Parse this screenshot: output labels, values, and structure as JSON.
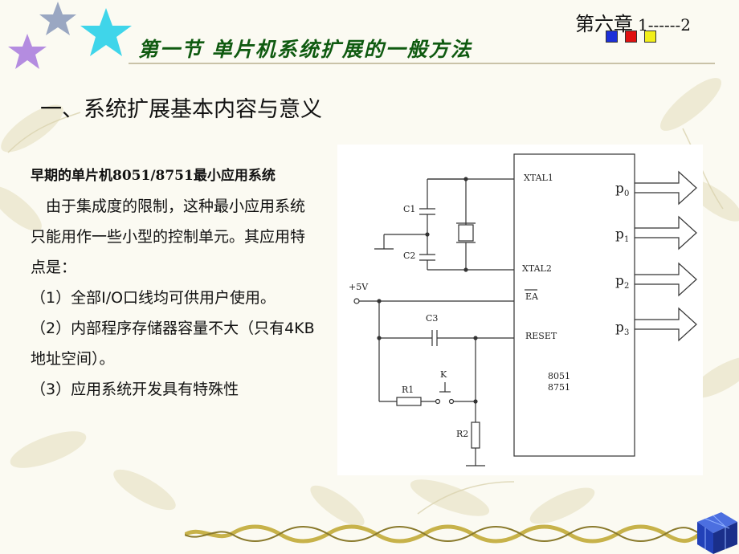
{
  "header": {
    "chapter": "第六章",
    "pages": "1------2",
    "title": "第一节  单片机系统扩展的一般方法",
    "square_colors": [
      "#1c2fd8",
      "#e01010",
      "#f2ef1a"
    ]
  },
  "subtitle": "一、系统扩展基本内容与意义",
  "body": {
    "heading": "早期的单片机8051/8751最小应用系统",
    "intro": "由于集成度的限制，这种最小应用系统只能用作一些小型的控制单元。其应用特点是：",
    "items": [
      "（1）全部I/O口线均可供用户使用。",
      "（2）内部程序存储器容量不大（只有4KB地址空间）。",
      "（3）应用系统开发具有特殊性"
    ]
  },
  "circuit": {
    "xtal1": "XTAL1",
    "xtal2": "XTAL2",
    "ea": "EA",
    "reset": "RESET",
    "chip_line1": "8051",
    "chip_line2": "8751",
    "c1": "C1",
    "c2": "C2",
    "c3": "C3",
    "r1": "R1",
    "r2": "R2",
    "k": "K",
    "vcc": "+5V",
    "ports": [
      "p",
      "p",
      "p",
      "p"
    ],
    "port_subs": [
      "0",
      "1",
      "2",
      "3"
    ]
  },
  "decor": {
    "leaf_color": "#e7e2c6",
    "title_color": "#0f5a10"
  }
}
